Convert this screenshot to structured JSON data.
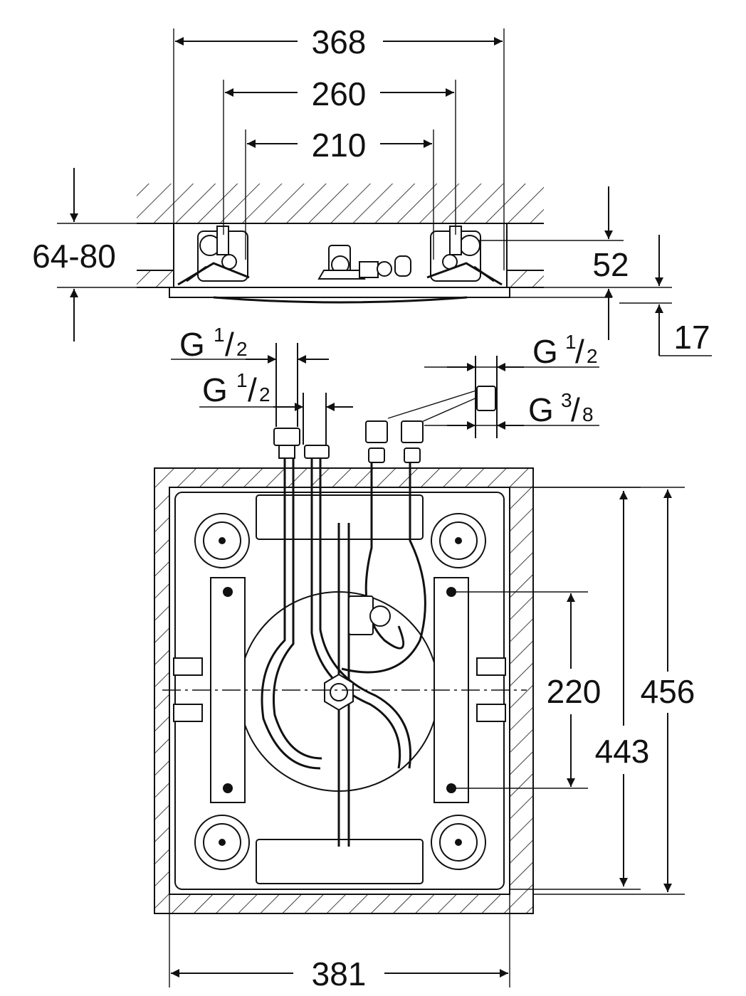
{
  "top_view": {
    "dims": {
      "width_368": "368",
      "width_260": "260",
      "width_210": "210",
      "depth_64_80": "64-80",
      "depth_52": "52",
      "depth_17": "17"
    }
  },
  "connections": {
    "g_half_a": {
      "base": "G",
      "num": "1",
      "den": "2"
    },
    "g_half_b": {
      "base": "G",
      "num": "1",
      "den": "2"
    },
    "g_half_c": {
      "base": "G",
      "num": "1",
      "den": "2"
    },
    "g_three_eighths": {
      "base": "G",
      "num": "3",
      "den": "8"
    }
  },
  "plan_view": {
    "dims": {
      "width_381": "381",
      "height_443": "443",
      "height_456": "456",
      "spacing_220": "220"
    }
  }
}
